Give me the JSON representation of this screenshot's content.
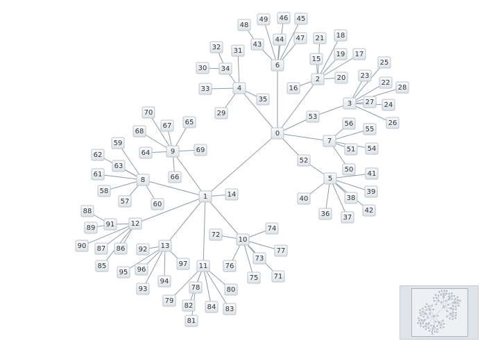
{
  "graph": {
    "nodes": [
      "0",
      "1",
      "2",
      "3",
      "4",
      "5",
      "6",
      "7",
      "8",
      "9",
      "10",
      "11",
      "12",
      "13",
      "14",
      "15",
      "16",
      "17",
      "18",
      "19",
      "20",
      "21",
      "22",
      "23",
      "24",
      "25",
      "26",
      "27",
      "28",
      "29",
      "30",
      "31",
      "32",
      "33",
      "34",
      "35",
      "36",
      "37",
      "38",
      "39",
      "40",
      "41",
      "42",
      "43",
      "44",
      "45",
      "46",
      "47",
      "48",
      "49",
      "50",
      "51",
      "52",
      "53",
      "54",
      "55",
      "56",
      "57",
      "58",
      "59",
      "60",
      "61",
      "62",
      "63",
      "64",
      "65",
      "66",
      "67",
      "68",
      "69",
      "70",
      "71",
      "72",
      "73",
      "74",
      "75",
      "76",
      "77",
      "78",
      "79",
      "80",
      "81",
      "82",
      "83",
      "84",
      "85",
      "86",
      "87",
      "88",
      "89",
      "90",
      "91",
      "92",
      "93",
      "94",
      "95",
      "96",
      "97"
    ],
    "edges": [
      [
        "0",
        "1"
      ],
      [
        "0",
        "4"
      ],
      [
        "0",
        "6"
      ],
      [
        "0",
        "2"
      ],
      [
        "0",
        "53"
      ],
      [
        "0",
        "7"
      ],
      [
        "0",
        "52"
      ],
      [
        "6",
        "43"
      ],
      [
        "6",
        "49"
      ],
      [
        "6",
        "44"
      ],
      [
        "6",
        "46"
      ],
      [
        "6",
        "45"
      ],
      [
        "6",
        "47"
      ],
      [
        "43",
        "48"
      ],
      [
        "2",
        "15"
      ],
      [
        "2",
        "21"
      ],
      [
        "2",
        "18"
      ],
      [
        "2",
        "19"
      ],
      [
        "2",
        "17"
      ],
      [
        "2",
        "20"
      ],
      [
        "2",
        "16"
      ],
      [
        "53",
        "3"
      ],
      [
        "3",
        "23"
      ],
      [
        "3",
        "25"
      ],
      [
        "3",
        "22"
      ],
      [
        "3",
        "27"
      ],
      [
        "3",
        "28"
      ],
      [
        "3",
        "24"
      ],
      [
        "3",
        "26"
      ],
      [
        "4",
        "34"
      ],
      [
        "4",
        "31"
      ],
      [
        "4",
        "35"
      ],
      [
        "4",
        "29"
      ],
      [
        "4",
        "33"
      ],
      [
        "34",
        "32"
      ],
      [
        "34",
        "30"
      ],
      [
        "7",
        "56"
      ],
      [
        "7",
        "55"
      ],
      [
        "7",
        "51"
      ],
      [
        "7",
        "54"
      ],
      [
        "7",
        "50"
      ],
      [
        "52",
        "5"
      ],
      [
        "5",
        "41"
      ],
      [
        "5",
        "39"
      ],
      [
        "5",
        "38"
      ],
      [
        "5",
        "42"
      ],
      [
        "5",
        "37"
      ],
      [
        "5",
        "36"
      ],
      [
        "5",
        "40"
      ],
      [
        "1",
        "14"
      ],
      [
        "1",
        "9"
      ],
      [
        "1",
        "8"
      ],
      [
        "1",
        "12"
      ],
      [
        "1",
        "13"
      ],
      [
        "1",
        "11"
      ],
      [
        "1",
        "10"
      ],
      [
        "9",
        "65"
      ],
      [
        "9",
        "67"
      ],
      [
        "9",
        "70"
      ],
      [
        "9",
        "68"
      ],
      [
        "9",
        "64"
      ],
      [
        "9",
        "69"
      ],
      [
        "9",
        "66"
      ],
      [
        "8",
        "59"
      ],
      [
        "8",
        "63"
      ],
      [
        "8",
        "62"
      ],
      [
        "8",
        "61"
      ],
      [
        "8",
        "58"
      ],
      [
        "8",
        "57"
      ],
      [
        "8",
        "60"
      ],
      [
        "12",
        "91"
      ],
      [
        "91",
        "88"
      ],
      [
        "91",
        "89"
      ],
      [
        "12",
        "90"
      ],
      [
        "12",
        "87"
      ],
      [
        "12",
        "86"
      ],
      [
        "12",
        "85"
      ],
      [
        "13",
        "92"
      ],
      [
        "13",
        "96"
      ],
      [
        "13",
        "95"
      ],
      [
        "13",
        "93"
      ],
      [
        "13",
        "94"
      ],
      [
        "13",
        "97"
      ],
      [
        "11",
        "78"
      ],
      [
        "11",
        "79"
      ],
      [
        "11",
        "82"
      ],
      [
        "11",
        "84"
      ],
      [
        "11",
        "83"
      ],
      [
        "11",
        "80"
      ],
      [
        "78",
        "81"
      ],
      [
        "10",
        "72"
      ],
      [
        "10",
        "74"
      ],
      [
        "10",
        "77"
      ],
      [
        "10",
        "73"
      ],
      [
        "10",
        "71"
      ],
      [
        "10",
        "75"
      ],
      [
        "10",
        "76"
      ]
    ]
  },
  "overview": {
    "label": ""
  }
}
